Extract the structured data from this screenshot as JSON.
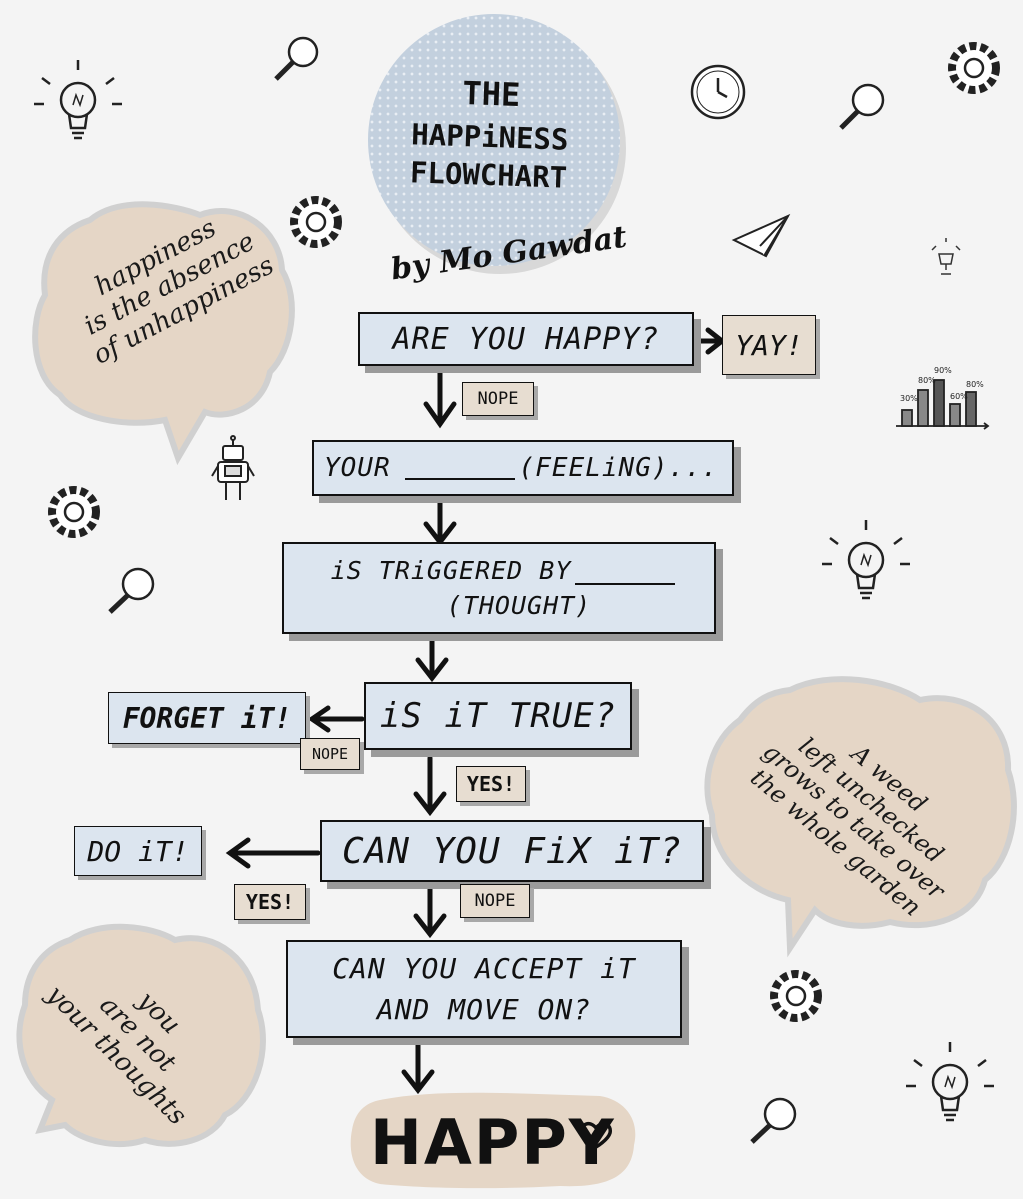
{
  "title": {
    "line1": "THE",
    "line2": "HAPPiNESS",
    "line3": "FLOWCHART",
    "byline": "by Mo Gawdat"
  },
  "flow": {
    "q1": "ARE YOU HAPPY?",
    "yay": "YAY!",
    "nope1": "NOPE",
    "feeling_prefix": "YOUR",
    "feeling_suffix": "(FEELiNG)...",
    "trigger_line1": "iS TRiGGERED BY",
    "trigger_line2": "(THOUGHT)",
    "q_true": "iS iT TRUE?",
    "forget": "FORGET iT!",
    "nope2": "NOPE",
    "yes1": "YES!",
    "q_fix": "CAN YOU FiX iT?",
    "do_it": "DO iT!",
    "yes2": "YES!",
    "nope3": "NOPE",
    "q_accept_line1": "CAN YOU ACCEPT iT",
    "q_accept_line2": "AND MOVE ON?",
    "happy": "HAPPY"
  },
  "bubbles": {
    "left_top": [
      "happiness",
      "is the absence",
      "of unhappiness"
    ],
    "right": [
      "A weed",
      "left unchecked",
      "grows to take over",
      "the whole garden"
    ],
    "left_bottom": [
      "you",
      "are not",
      "your thoughts"
    ]
  },
  "chart_icon": {
    "labels": [
      "30%",
      "80%",
      "90%",
      "60%",
      "80%"
    ]
  },
  "colors": {
    "box_fill": "#dce5ef",
    "bubble_fill": "#e5d6c6",
    "circle_fill": "#c3d0de",
    "ink": "#111111"
  }
}
